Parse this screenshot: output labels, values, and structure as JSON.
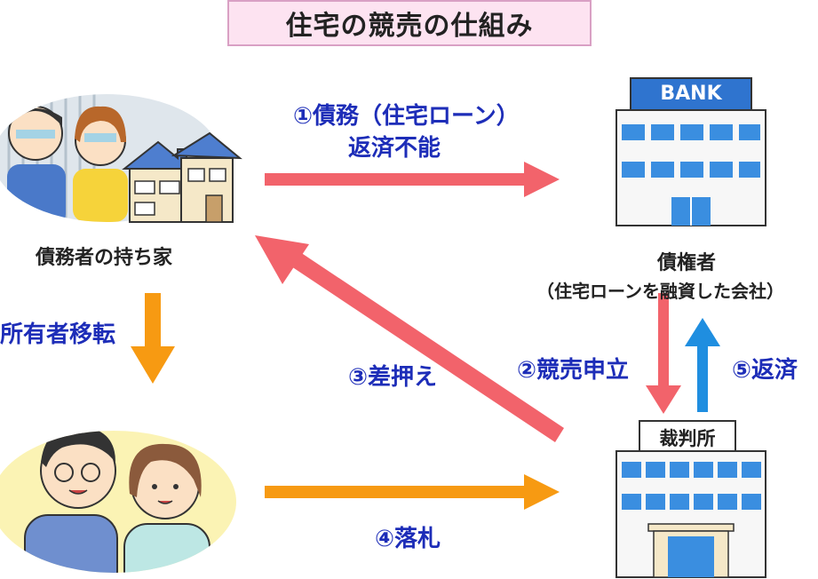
{
  "title": "住宅の競売の仕組み",
  "colors": {
    "red_arrow": "#f2636b",
    "orange_arrow": "#f79a12",
    "blue_arrow": "#1f8ee0",
    "label_blue": "#1d2db8",
    "title_bg": "#fde3f1"
  },
  "nodes": {
    "debtor": {
      "label": "債務者の持ち家"
    },
    "creditor": {
      "label": "債権者",
      "sublabel": "（住宅ローンを融資した会社）",
      "sign": "BANK"
    },
    "court": {
      "label": "裁判所"
    }
  },
  "arrows": {
    "step1_line1": "①債務（住宅ローン）",
    "step1_line2": "返済不能",
    "step2": "②競売申立",
    "step3": "③差押え",
    "step4": "④落札",
    "step5": "⑤返済",
    "transfer": "所有者移転"
  }
}
